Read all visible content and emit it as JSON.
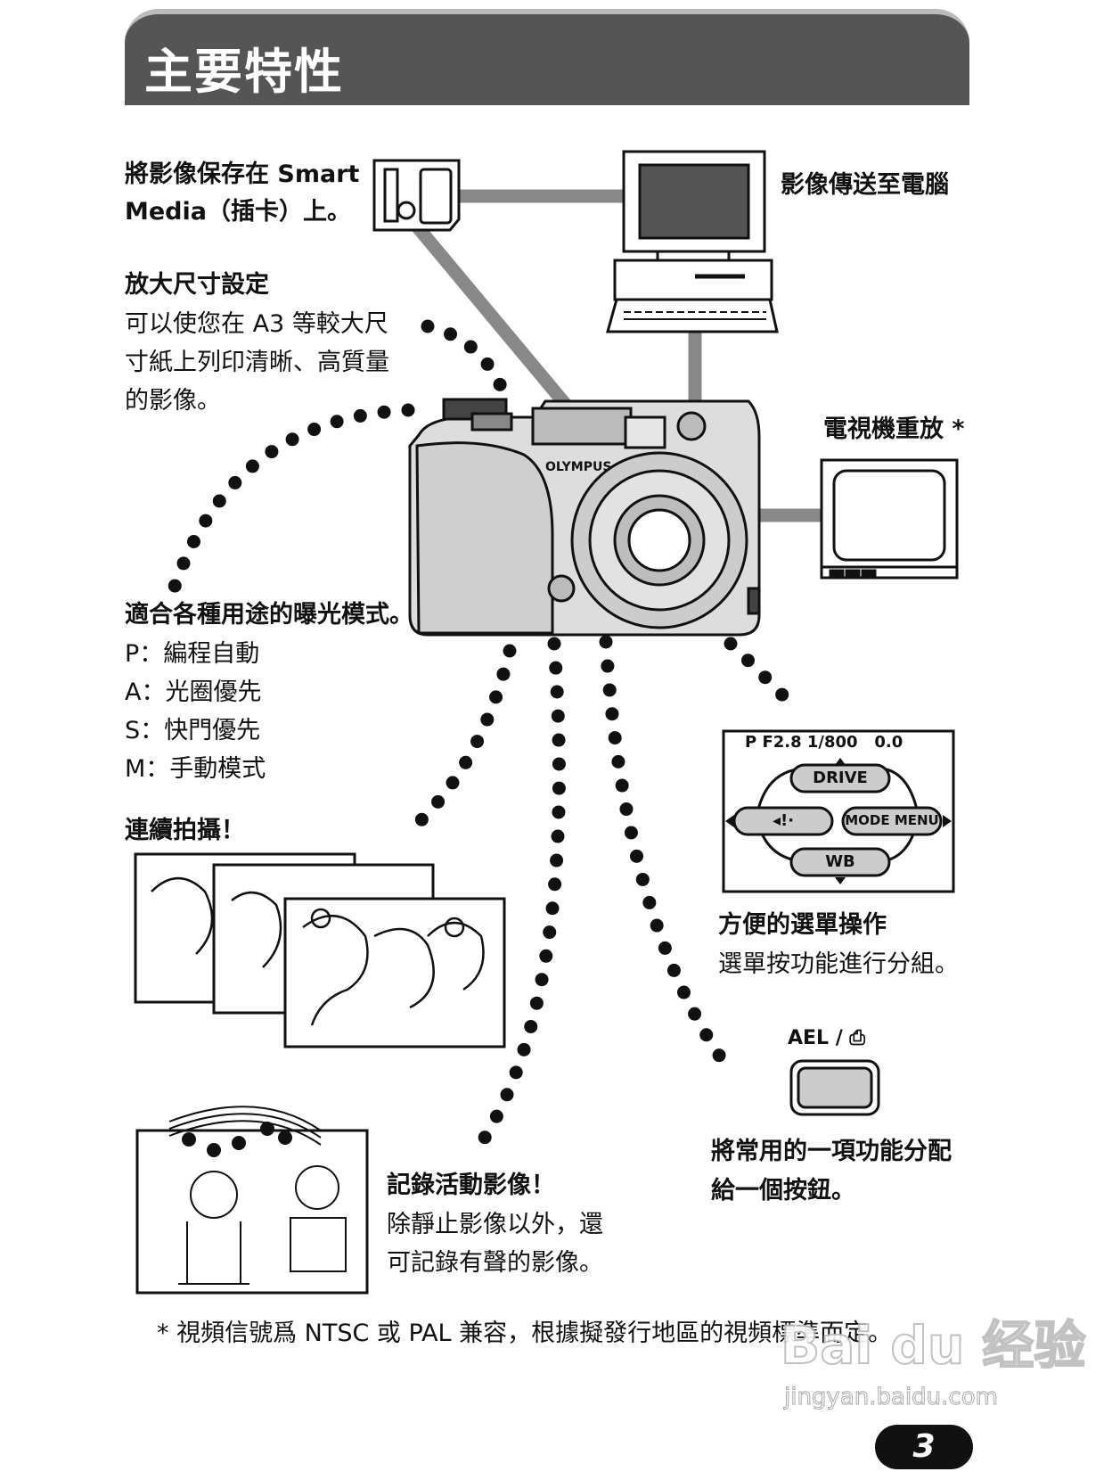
{
  "header": {
    "title": "主要特性"
  },
  "smart_media": {
    "line1": "將影像保存在 Smart",
    "line2": "Media（插卡）上。"
  },
  "pc": {
    "label": "影像傳送至電腦"
  },
  "size": {
    "title": "放大尺寸設定",
    "lines": [
      "可以使您在 A3 等較大尺",
      "寸紙上列印清晰、高質量",
      "的影像。"
    ]
  },
  "tv": {
    "label": "電視機重放 *"
  },
  "camera": {
    "brand": "OLYMPUS"
  },
  "exposure": {
    "title": "適合各種用途的曝光模式。",
    "modes": [
      "P：編程自動",
      "A：光圈優先",
      "S：快門優先",
      "M：手動模式"
    ]
  },
  "menu_screen": {
    "status": "P F2.8 1/800   0.0",
    "top_button": "DRIVE",
    "left_button": "◂!·",
    "right_button": "MODE MENU",
    "bottom_button": "WB"
  },
  "menu_feature": {
    "title": "方便的選單操作",
    "desc": "選單按功能進行分組。"
  },
  "burst": {
    "title": "連續拍攝！"
  },
  "ael": {
    "label": "AEL / ⎙",
    "desc_line1": "將常用的一項功能分配",
    "desc_line2": "給一個按鈕。"
  },
  "movie": {
    "title": "記錄活動影像！",
    "lines": [
      "除靜止影像以外，還",
      "可記錄有聲的影像。"
    ]
  },
  "footnote": "* 視頻信號爲 NTSC 或 PAL 兼容，根據擬發行地區的視頻標準而定。",
  "watermark": {
    "logo": "Bai du 经验",
    "url": "jingyan.baidu.com"
  },
  "page_number": "3"
}
